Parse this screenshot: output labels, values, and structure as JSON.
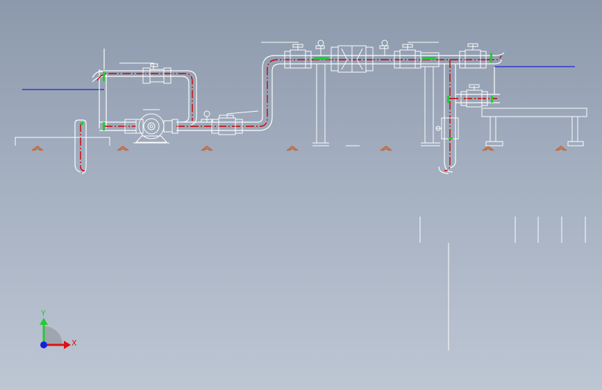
{
  "viewport": {
    "background_top": "#8c99ac",
    "background_bottom": "#bdc6d3",
    "line_color": "#ffffff",
    "centerline_color": "#cc0000",
    "marker_color": "#22cc33",
    "ground_color": "#c4622d",
    "leader_color": "#0000cc"
  },
  "triad": {
    "x_label": "X",
    "y_label": "Y",
    "x_color": "#dd1111",
    "y_color": "#22cc33",
    "z_color": "#1122dd"
  },
  "components": [
    "suction-pipe",
    "inlet-riser",
    "pump",
    "ball-valve",
    "pressure-gauge",
    "check-valve",
    "support-stand",
    "equipment-table",
    "ground-symbol"
  ]
}
